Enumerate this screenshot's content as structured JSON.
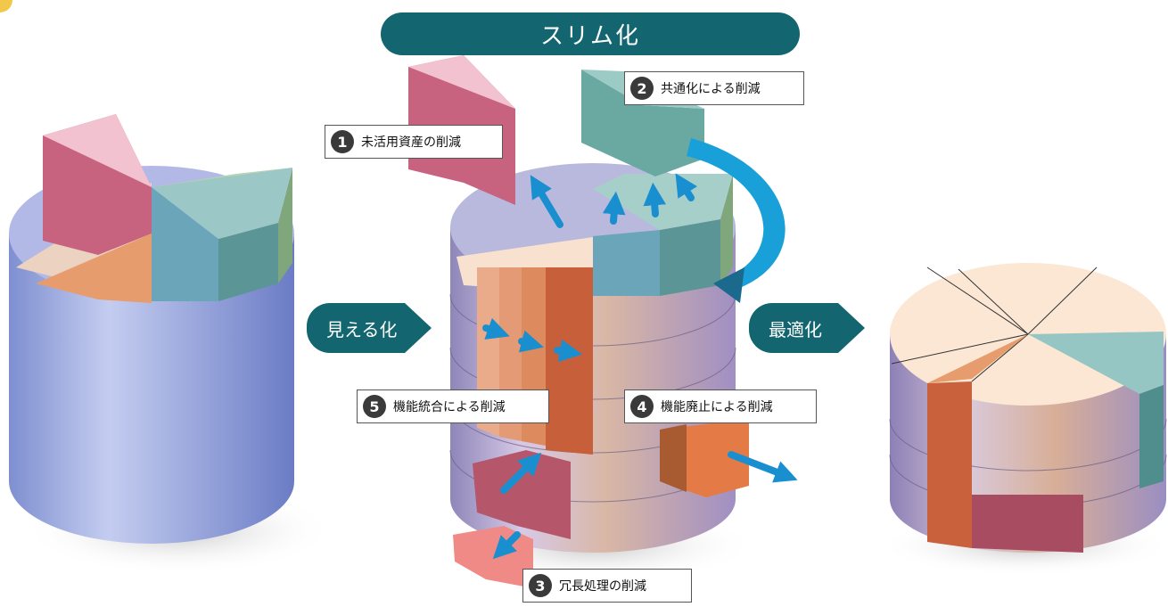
{
  "title": "スリム化",
  "steps": {
    "visualize": "見える化",
    "optimize": "最適化"
  },
  "callouts": [
    {
      "number": "1",
      "label": "未活用資産の削減"
    },
    {
      "number": "2",
      "label": "共通化による削減"
    },
    {
      "number": "3",
      "label": "冗長処理の削減"
    },
    {
      "number": "4",
      "label": "機能廃止による削減"
    },
    {
      "number": "5",
      "label": "機能統合による削減"
    }
  ],
  "colors": {
    "banner": "#13666f",
    "arrow_blue": "#1aa0d8",
    "cylinder_blue": "#8f9dd6",
    "segment_pink": "#c6637e",
    "segment_teal": "#6eb4b0",
    "segment_orange": "#d27048",
    "segment_cream": "#fbe7d3"
  }
}
